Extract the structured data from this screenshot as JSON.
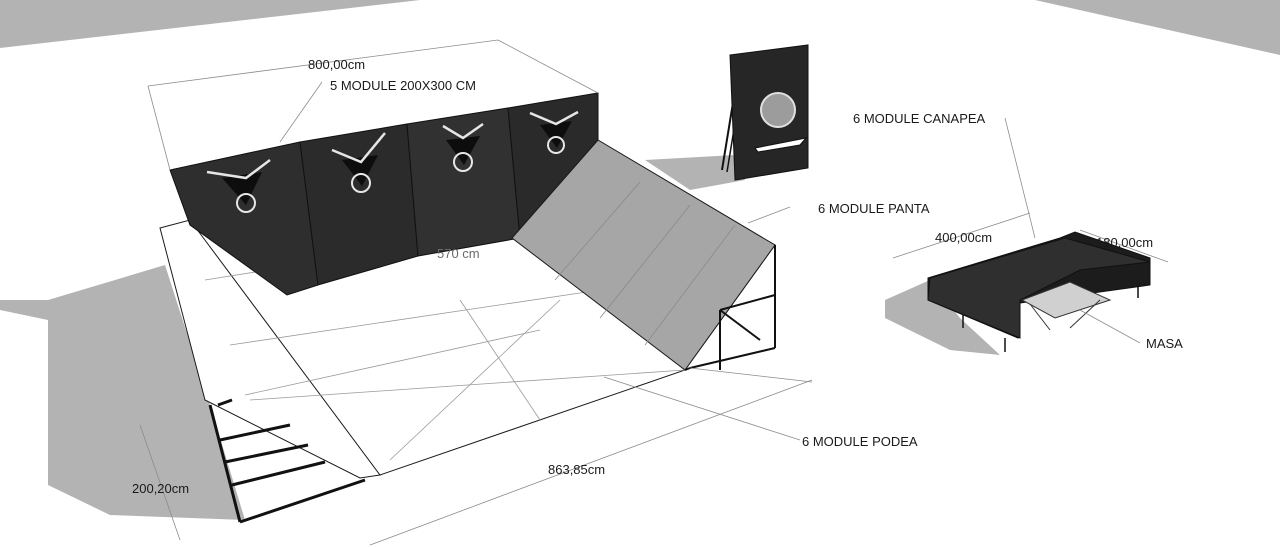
{
  "annotations": {
    "width_top": "800,00cm",
    "wall_modules": "5 MODULE 200X300 CM",
    "hidden_dim": "570 cm",
    "sofa_modules": "6 MODULE CANAPEA",
    "sofa_width": "400,00cm",
    "sofa_depth": "180,00cm",
    "slope_modules": "6 MODULE PANTA",
    "table": "MASA",
    "floor_modules": "6 MODULE PODEA",
    "length_bottom": "863,85cm",
    "height_left": "200,20cm"
  },
  "colors": {
    "ink": "#1a1a1a",
    "shadow": "#b3b3b3",
    "panel": "#2e2e2e",
    "slope": "#a6a6a6",
    "surface": "#ffffff"
  }
}
